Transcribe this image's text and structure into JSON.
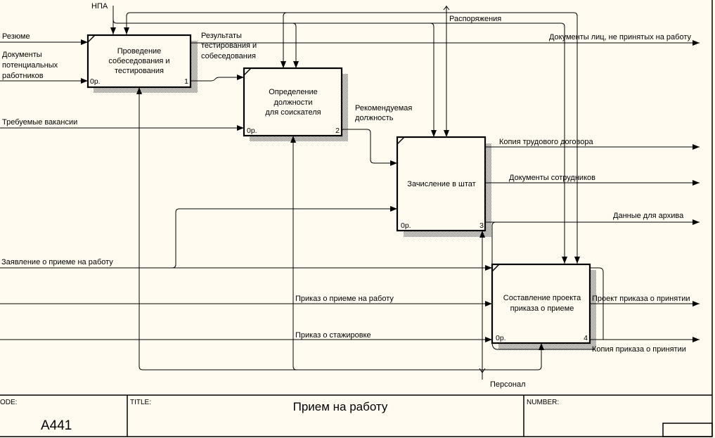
{
  "diagram": {
    "activities": [
      {
        "number": "1",
        "cost": "0р.",
        "label_lines": [
          "Проведение",
          "собеседования и",
          "тестирования"
        ]
      },
      {
        "number": "2",
        "cost": "0р.",
        "label_lines": [
          "Определение",
          "должности",
          "для соискателя"
        ]
      },
      {
        "number": "3",
        "cost": "0р.",
        "label_lines": [
          "Зачисление в штат"
        ]
      },
      {
        "number": "4",
        "cost": "0р.",
        "label_lines": [
          "Составление проекта",
          "приказа о приеме"
        ]
      }
    ],
    "arrows": {
      "npa": "НПА",
      "orders": "Распоряжения",
      "resume": "Резюме",
      "candidate_docs": [
        "Документы",
        "потенциальных",
        "работников"
      ],
      "test_results": [
        "Результаты",
        "тестирования и",
        "собеседования"
      ],
      "required_vacancies": "Требуемые вакансии",
      "recommended_position": [
        "Рекомендуемая",
        "должность"
      ],
      "rejected_docs": "Документы лиц, не принятых на работу",
      "contract_copy": "Копия трудового договора",
      "employee_docs": "Документы сотрудников",
      "archive_data": "Данные для архива",
      "application": "Заявление о приеме на работу",
      "hiring_order": "Приказ о приеме на работу",
      "internship_order": "Приказ о стажировке",
      "draft_order": "Проект приказа о принятии",
      "order_copy": "Копия приказа о принятии",
      "staff": "Персонал"
    }
  },
  "footer": {
    "node_label": "ODE:",
    "node_value": "A441",
    "title_label": "TITLE:",
    "title_value": "Прием на работу",
    "number_label": "NUMBER:"
  }
}
